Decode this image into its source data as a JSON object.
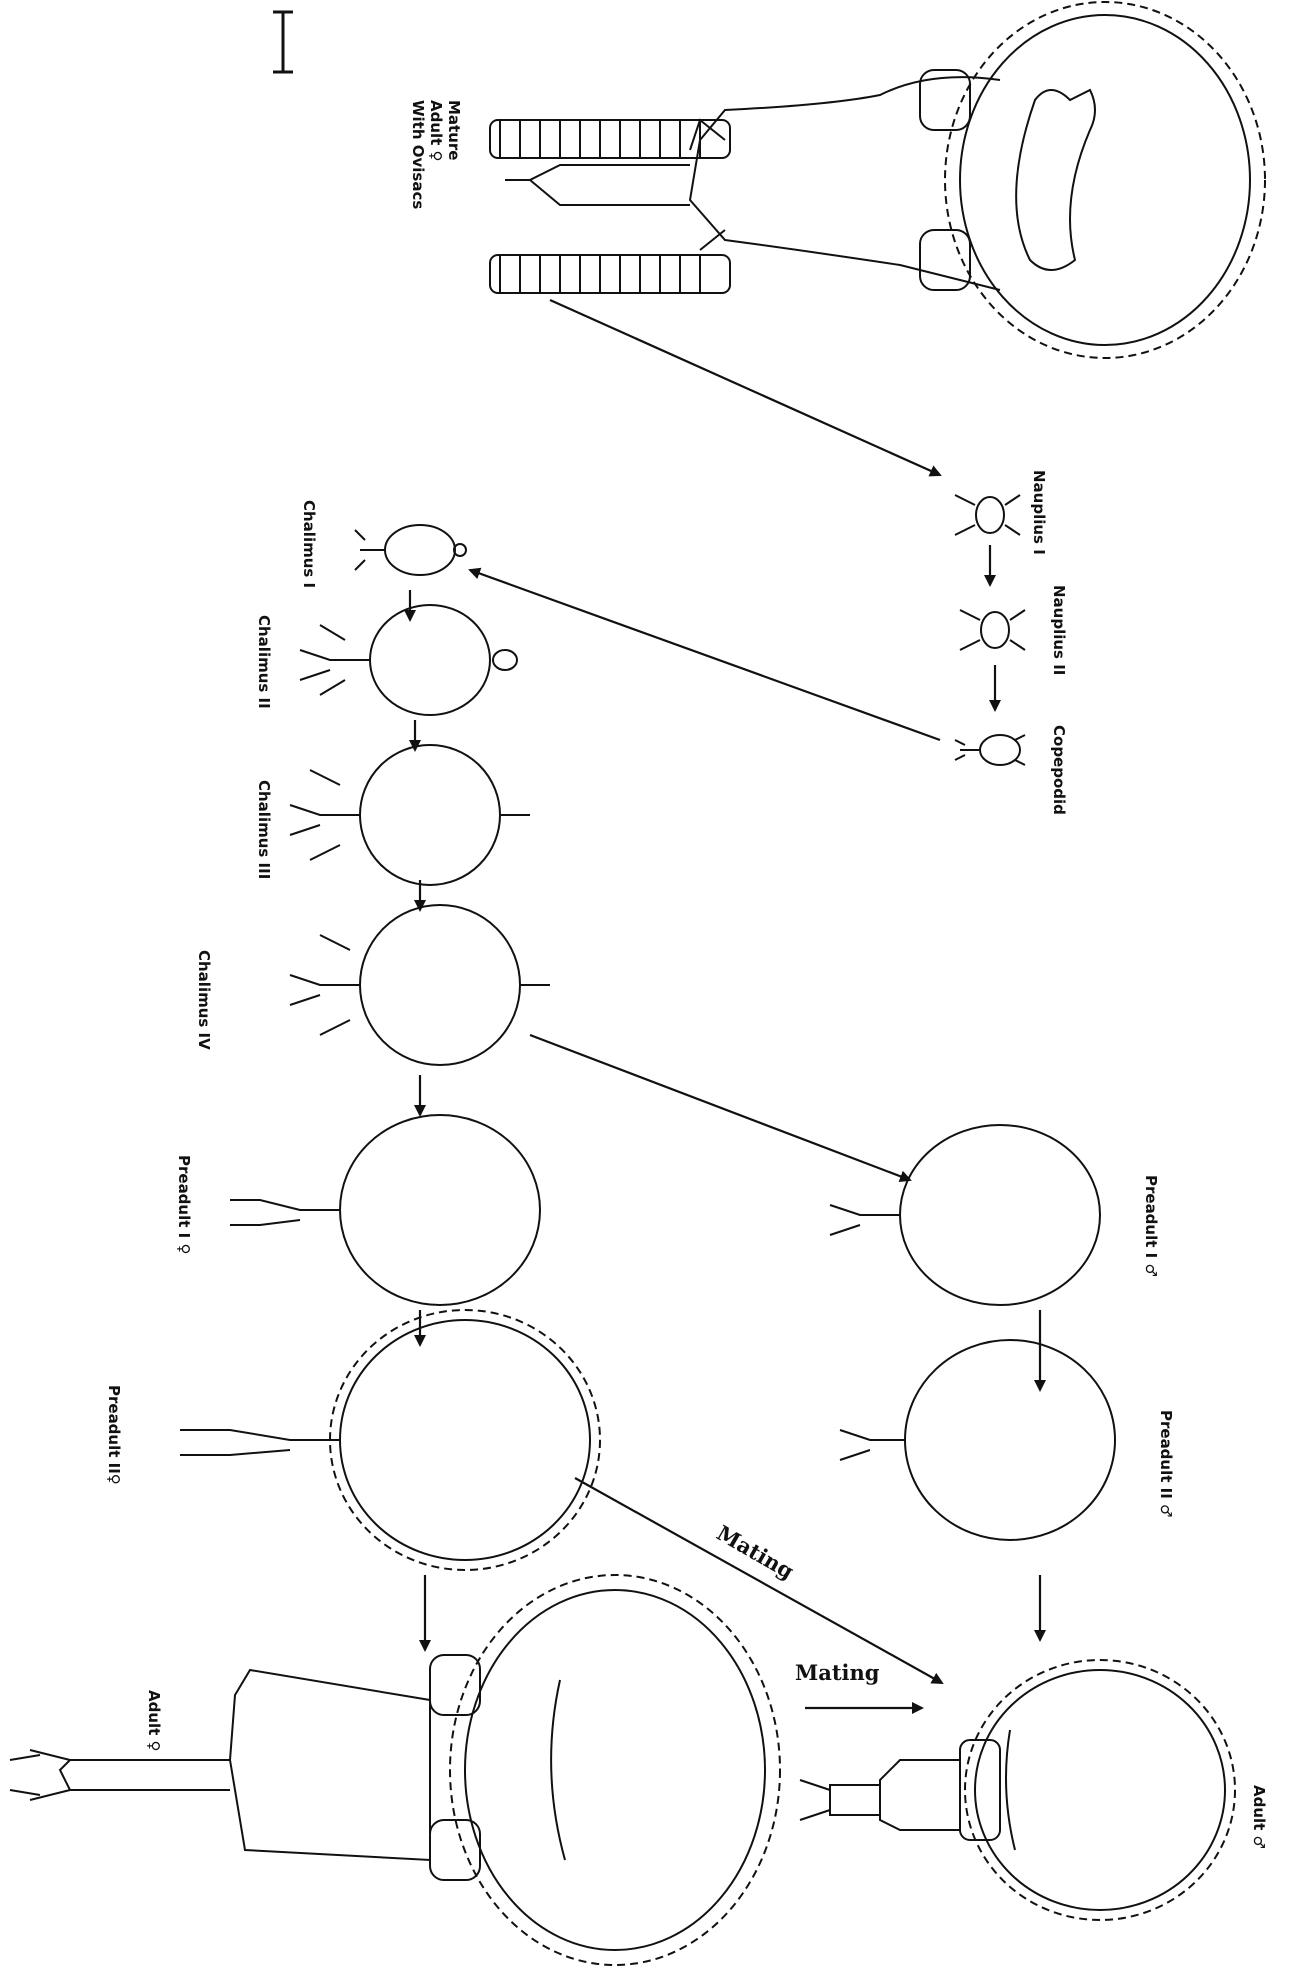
{
  "labels": {
    "mature_adult_female": [
      "Mature",
      "Adult ♀",
      "With Ovisacs"
    ],
    "nauplius_1": "Nauplius I",
    "nauplius_2": "Nauplius II",
    "copepodid": "Copepodid",
    "chalimus_1": "Chalimus I",
    "chalimus_2": "Chalimus II",
    "chalimus_3": "Chalimus III",
    "chalimus_4": "Chalimus IV",
    "preadult_1_female": "Preadult I ♀",
    "preadult_2_female": "Preadult II♀",
    "preadult_1_male": "Preadult I ♂",
    "preadult_2_male": "Preadult II ♂",
    "adult_female": "Adult   ♀",
    "adult_male": "Adult ♂",
    "mating_1": "Mating",
    "mating_2": "Mating"
  },
  "colors": {
    "ink": "#111111",
    "paper": "#ffffff"
  }
}
